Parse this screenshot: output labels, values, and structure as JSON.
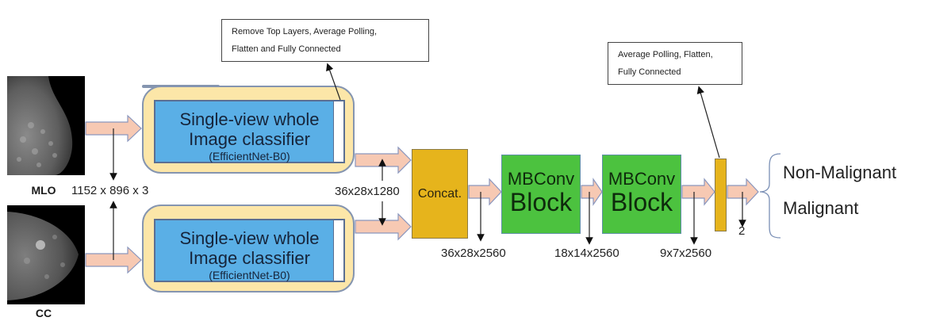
{
  "inputs": {
    "mlo_label": "MLO",
    "cc_label": "CC",
    "input_dim": "1152 x 896 x 3"
  },
  "classifiers": [
    {
      "title_line1": "Single-view whole",
      "title_line2": "Image classifier",
      "subtitle": "(EfficientNet-B0)"
    },
    {
      "title_line1": "Single-view whole",
      "title_line2": "Image classifier",
      "subtitle": "(EfficientNet-B0)"
    }
  ],
  "notes": {
    "top_layers_line1": "Remove Top Layers, Average Polling,",
    "top_layers_line2": "Flatten and Fully Connected",
    "head_line1": "Average Polling, Flatten,",
    "head_line2": "Fully Connected"
  },
  "concat": {
    "label": "Concat."
  },
  "mbconv_blocks": [
    {
      "line1": "MBConv",
      "line2": "Block"
    },
    {
      "line1": "MBConv",
      "line2": "Block"
    }
  ],
  "dims": {
    "classifier_out": "36x28x1280",
    "concat_out": "36x28x2560",
    "mb1_out": "18x14x2560",
    "mb2_out": "9x7x2560",
    "final_out": "2"
  },
  "outputs": {
    "classes": [
      "Non-Malignant",
      "Malignant"
    ]
  },
  "colors": {
    "arrow_fill": "#f7c9b3",
    "arrow_stroke": "#8a96bd",
    "outer_box": "#fce6a8",
    "inner_box": "#5aafe6",
    "concat": "#e6b41c",
    "mbconv": "#4cc23f"
  }
}
